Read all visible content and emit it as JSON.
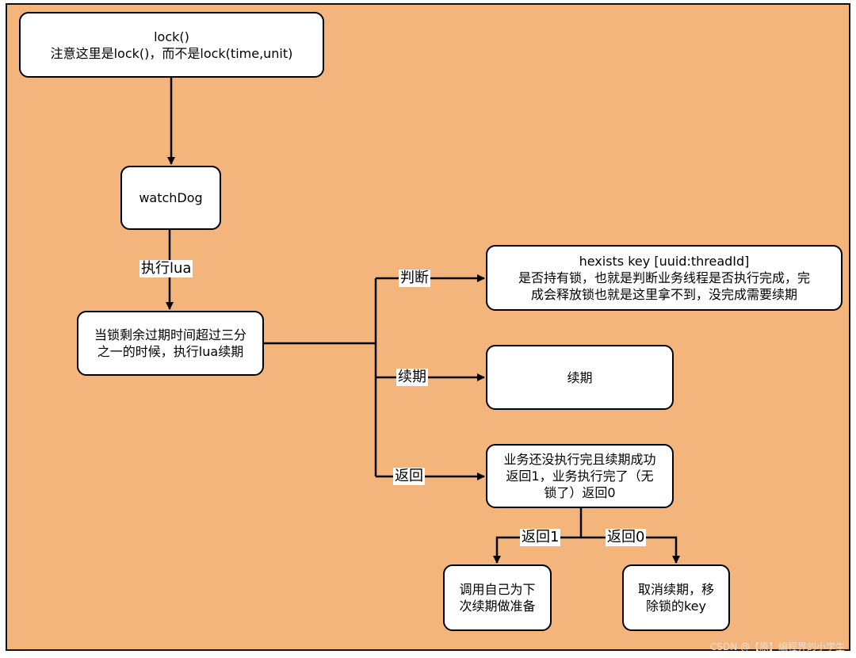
{
  "nodes": {
    "lock": {
      "line1": "lock()",
      "line2": "注意这里是lock()，而不是lock(time,unit)"
    },
    "watchdog": {
      "text": "watchDog"
    },
    "renew_check": {
      "line1": "当锁剩余过期时间超过三分",
      "line2": "之一的时候，执行lua续期"
    },
    "hexists": {
      "line1": "hexists key [uuid:threadId]",
      "line2": "是否持有锁，也就是判断业务线程是否执行完成，完",
      "line3": "成会释放锁也就是这里拿不到，没完成需要续期"
    },
    "renew": {
      "text": "续期"
    },
    "return": {
      "line1": "业务还没执行完且续期成功",
      "line2": "返回1，业务执行完了（无",
      "line3": "锁了）返回0"
    },
    "self_call": {
      "line1": "调用自己为下",
      "line2": "次续期做准备"
    },
    "cancel": {
      "line1": "取消续期，移",
      "line2": "除锁的key"
    }
  },
  "edges": {
    "exec_lua": "执行lua",
    "judge": "判断",
    "renew": "续期",
    "return": "返回",
    "return1": "返回1",
    "return0": "返回0"
  },
  "watermark": "CSDN @【原】编程界的小学生",
  "colors": {
    "background": "#f3b57c",
    "node_fill": "#ffffff",
    "stroke": "#000000"
  }
}
